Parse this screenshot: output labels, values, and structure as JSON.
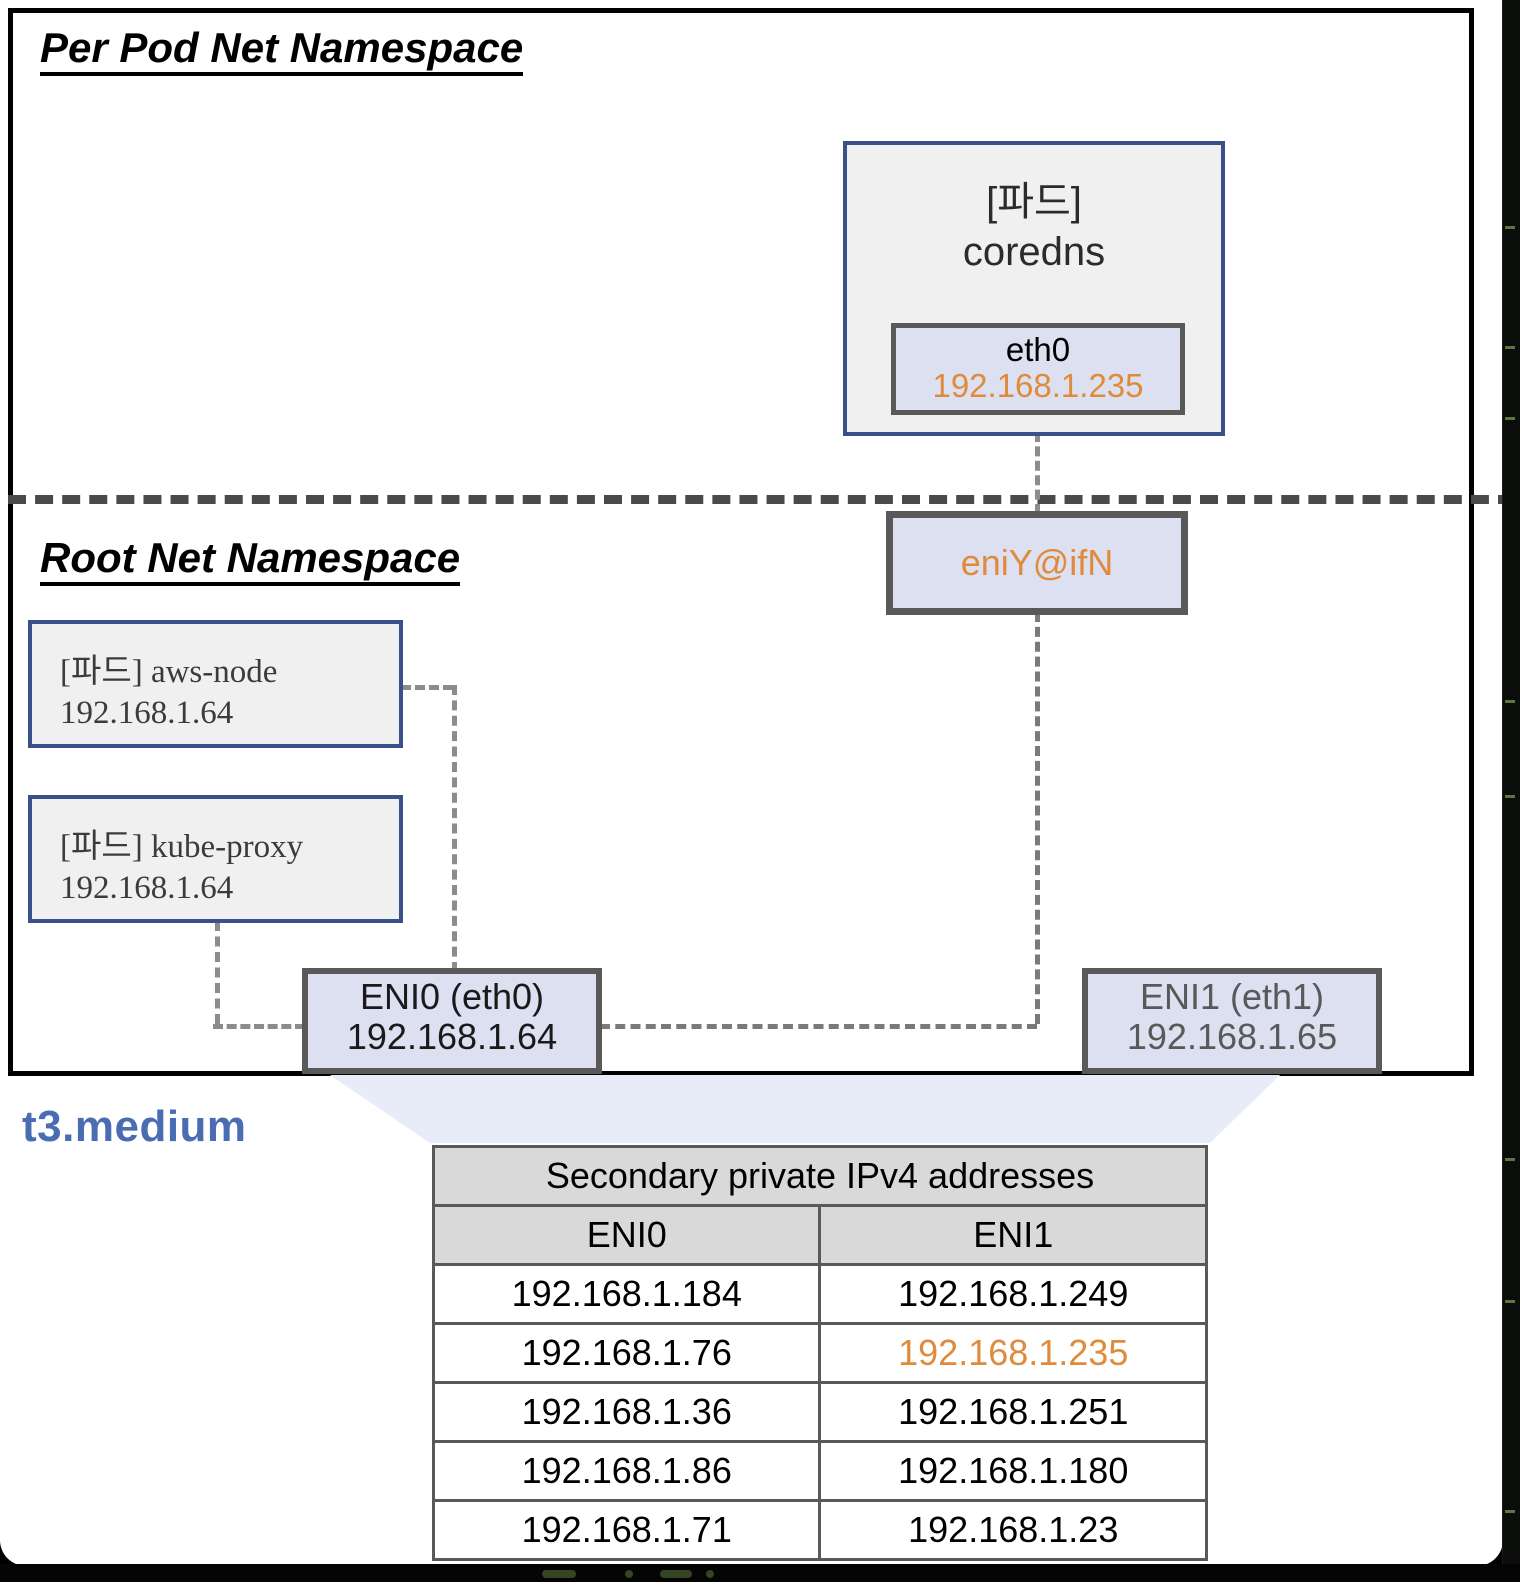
{
  "diagram": {
    "namespaces": {
      "per_pod_title": "Per Pod  Net Namespace",
      "root_title": "Root Net Namespace"
    },
    "coredns_pod": {
      "label_line1": "[파드]",
      "label_line2": "coredns",
      "interface_name": "eth0",
      "interface_ip": "192.168.1.235"
    },
    "veth": {
      "label": "eniY@ifN"
    },
    "root_pods": [
      {
        "label": "[파드] aws-node",
        "ip": "192.168.1.64"
      },
      {
        "label": "[파드] kube-proxy",
        "ip": "192.168.1.64"
      }
    ],
    "enis": [
      {
        "name": "ENI0 (eth0)",
        "ip": "192.168.1.64"
      },
      {
        "name": "ENI1 (eth1)",
        "ip": "192.168.1.65"
      }
    ],
    "instance_type": "t3.medium"
  },
  "ip_table": {
    "title": "Secondary private IPv4 addresses",
    "columns": [
      "ENI0",
      "ENI1"
    ],
    "rows": [
      {
        "eni0": "192.168.1.184",
        "eni1": "192.168.1.249",
        "eni1_highlight": false
      },
      {
        "eni0": "192.168.1.76",
        "eni1": "192.168.1.235",
        "eni1_highlight": true
      },
      {
        "eni0": "192.168.1.36",
        "eni1": "192.168.1.251",
        "eni1_highlight": false
      },
      {
        "eni0": "192.168.1.86",
        "eni1": "192.168.1.180",
        "eni1_highlight": false
      },
      {
        "eni0": "192.168.1.71",
        "eni1": "192.168.1.23",
        "eni1_highlight": false
      }
    ]
  },
  "colors": {
    "accent_orange": "#e08a3c",
    "pod_border_blue": "#3a5089",
    "chip_fill": "#dce0f0",
    "chip_border": "#595959",
    "instance_label_blue": "#4a6cb3",
    "table_header_gray": "#d9d9d9"
  }
}
